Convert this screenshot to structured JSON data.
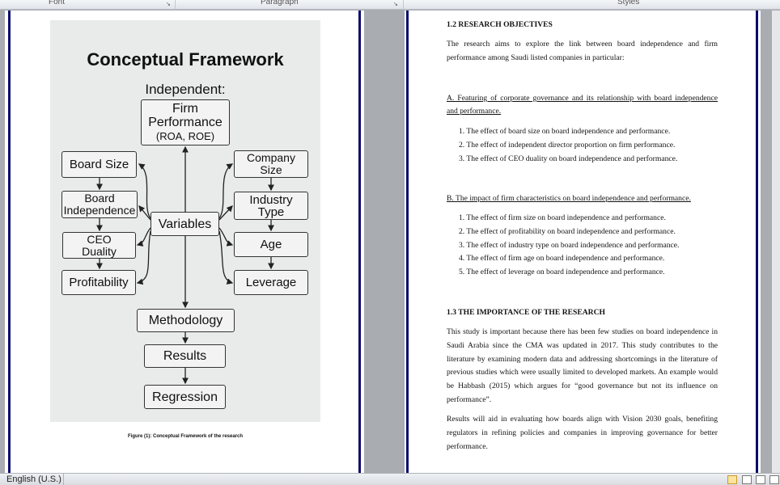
{
  "ribbon": {
    "groups": [
      "Font",
      "Paragraph",
      "Styles"
    ]
  },
  "figure": {
    "title": "Conceptual Framework",
    "subtitle": "Independent:",
    "firm_performance": "Firm Performance",
    "firm_performance_sub": "(ROA, ROE)",
    "left": [
      "Board Size",
      "Board Independence",
      "CEO Duality",
      "Profitability"
    ],
    "right": [
      "Company Size",
      "Industry Type",
      "Age",
      "Leverage"
    ],
    "center": "Variables",
    "flow": [
      "Methodology",
      "Results",
      "Regression"
    ],
    "caption": "Figure (1): Conceptual Framework of the research"
  },
  "doc": {
    "h1": "1.2 RESEARCH OBJECTIVES",
    "p1": [
      "The research aims to explore the link between board independence and firm",
      "performance among Saudi listed companies in particular:"
    ],
    "a_head": [
      "A. Featuring of corporate governance and its relationship with board independence",
      "and performance."
    ],
    "a_items": [
      "1.  The effect of board size on board independence and performance.",
      "2.  The effect of independent director proportion on firm performance.",
      "3.  The effect of CEO duality on board independence and performance."
    ],
    "b_head": "B. The impact of firm characteristics on board independence and performance.",
    "b_items": [
      "1.  The effect of firm size on board independence and performance.",
      "2.  The effect of profitability on board independence and performance.",
      "3.  The effect of industry type on board independence and performance.",
      "4.  The effect of firm age on board independence and performance.",
      "5.  The effect of leverage on board independence and performance."
    ],
    "h2": "1.3 THE IMPORTANCE OF THE RESEARCH",
    "p2": [
      "This study is important because there has been few studies on board independence in",
      "Saudi Arabia since the CMA was updated in 2017. This study contributes to the",
      "literature by examining modern data and addressing shortcomings in the literature of",
      "previous studies which were usually limited to developed markets. An example would",
      "be Habbash (2015) which argues for “good governance but not its influence on",
      "performance”."
    ],
    "p3": [
      "Results will aid in evaluating how boards align with Vision 2030 goals, benefiting",
      "regulators in refining policies and companies in improving governance for better",
      "performance."
    ]
  },
  "status": {
    "language": "English (U.S.)"
  }
}
